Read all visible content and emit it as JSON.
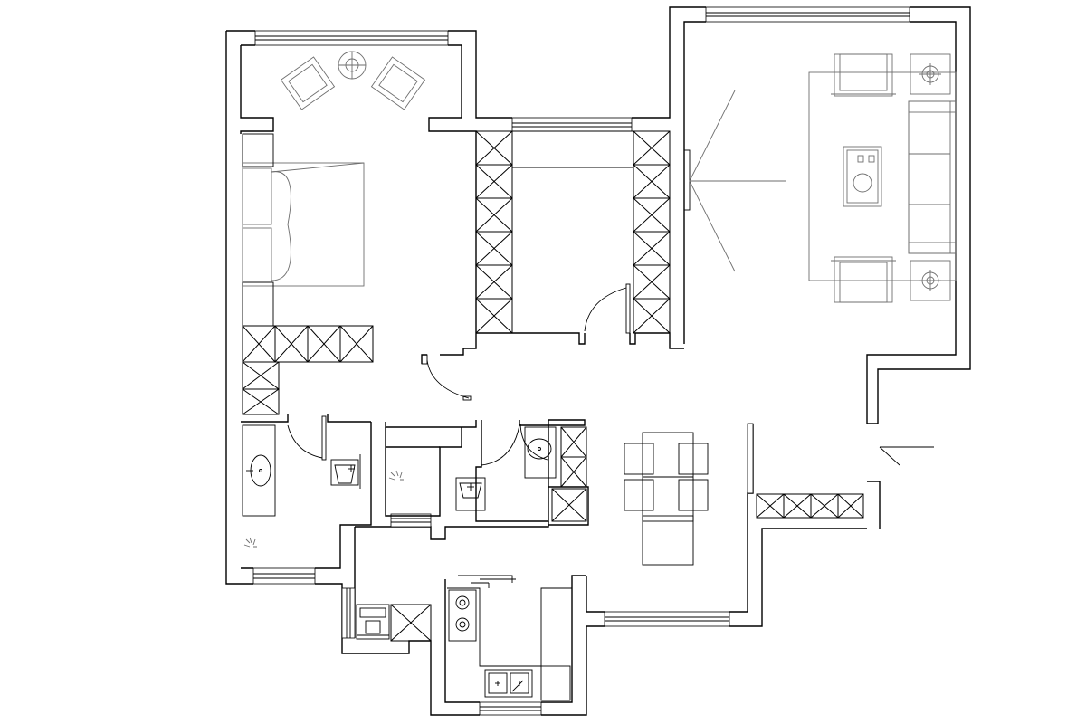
{
  "plan": {
    "rooms": [
      {
        "id": "bedroom",
        "furniture": [
          "armchair",
          "armchair",
          "side-table",
          "double-bed",
          "wardrobe"
        ]
      },
      {
        "id": "walk-in-closet",
        "furniture": [
          "shelving-unit",
          "shelving-unit",
          "shelf"
        ]
      },
      {
        "id": "living-room",
        "furniture": [
          "sofa",
          "armchair",
          "armchair",
          "coffee-table",
          "side-table",
          "side-table",
          "tv-screen"
        ]
      },
      {
        "id": "bathroom-1",
        "furniture": [
          "vanity-sink",
          "toilet",
          "shower-head"
        ]
      },
      {
        "id": "bathroom-2",
        "furniture": [
          "bathtub",
          "toilet",
          "shower-head"
        ]
      },
      {
        "id": "bathroom-3",
        "furniture": [
          "vanity-sink",
          "tall-cabinet"
        ]
      },
      {
        "id": "dining-area",
        "furniture": [
          "dining-table",
          "dining-chair",
          "dining-chair",
          "dining-chair",
          "dining-chair",
          "sideboard"
        ]
      },
      {
        "id": "kitchen",
        "furniture": [
          "cooktop",
          "double-sink",
          "washing-machine",
          "cabinet"
        ]
      }
    ],
    "colors": {
      "line": "#000000",
      "furniture": "#6e6e6e",
      "background": "#ffffff"
    }
  }
}
